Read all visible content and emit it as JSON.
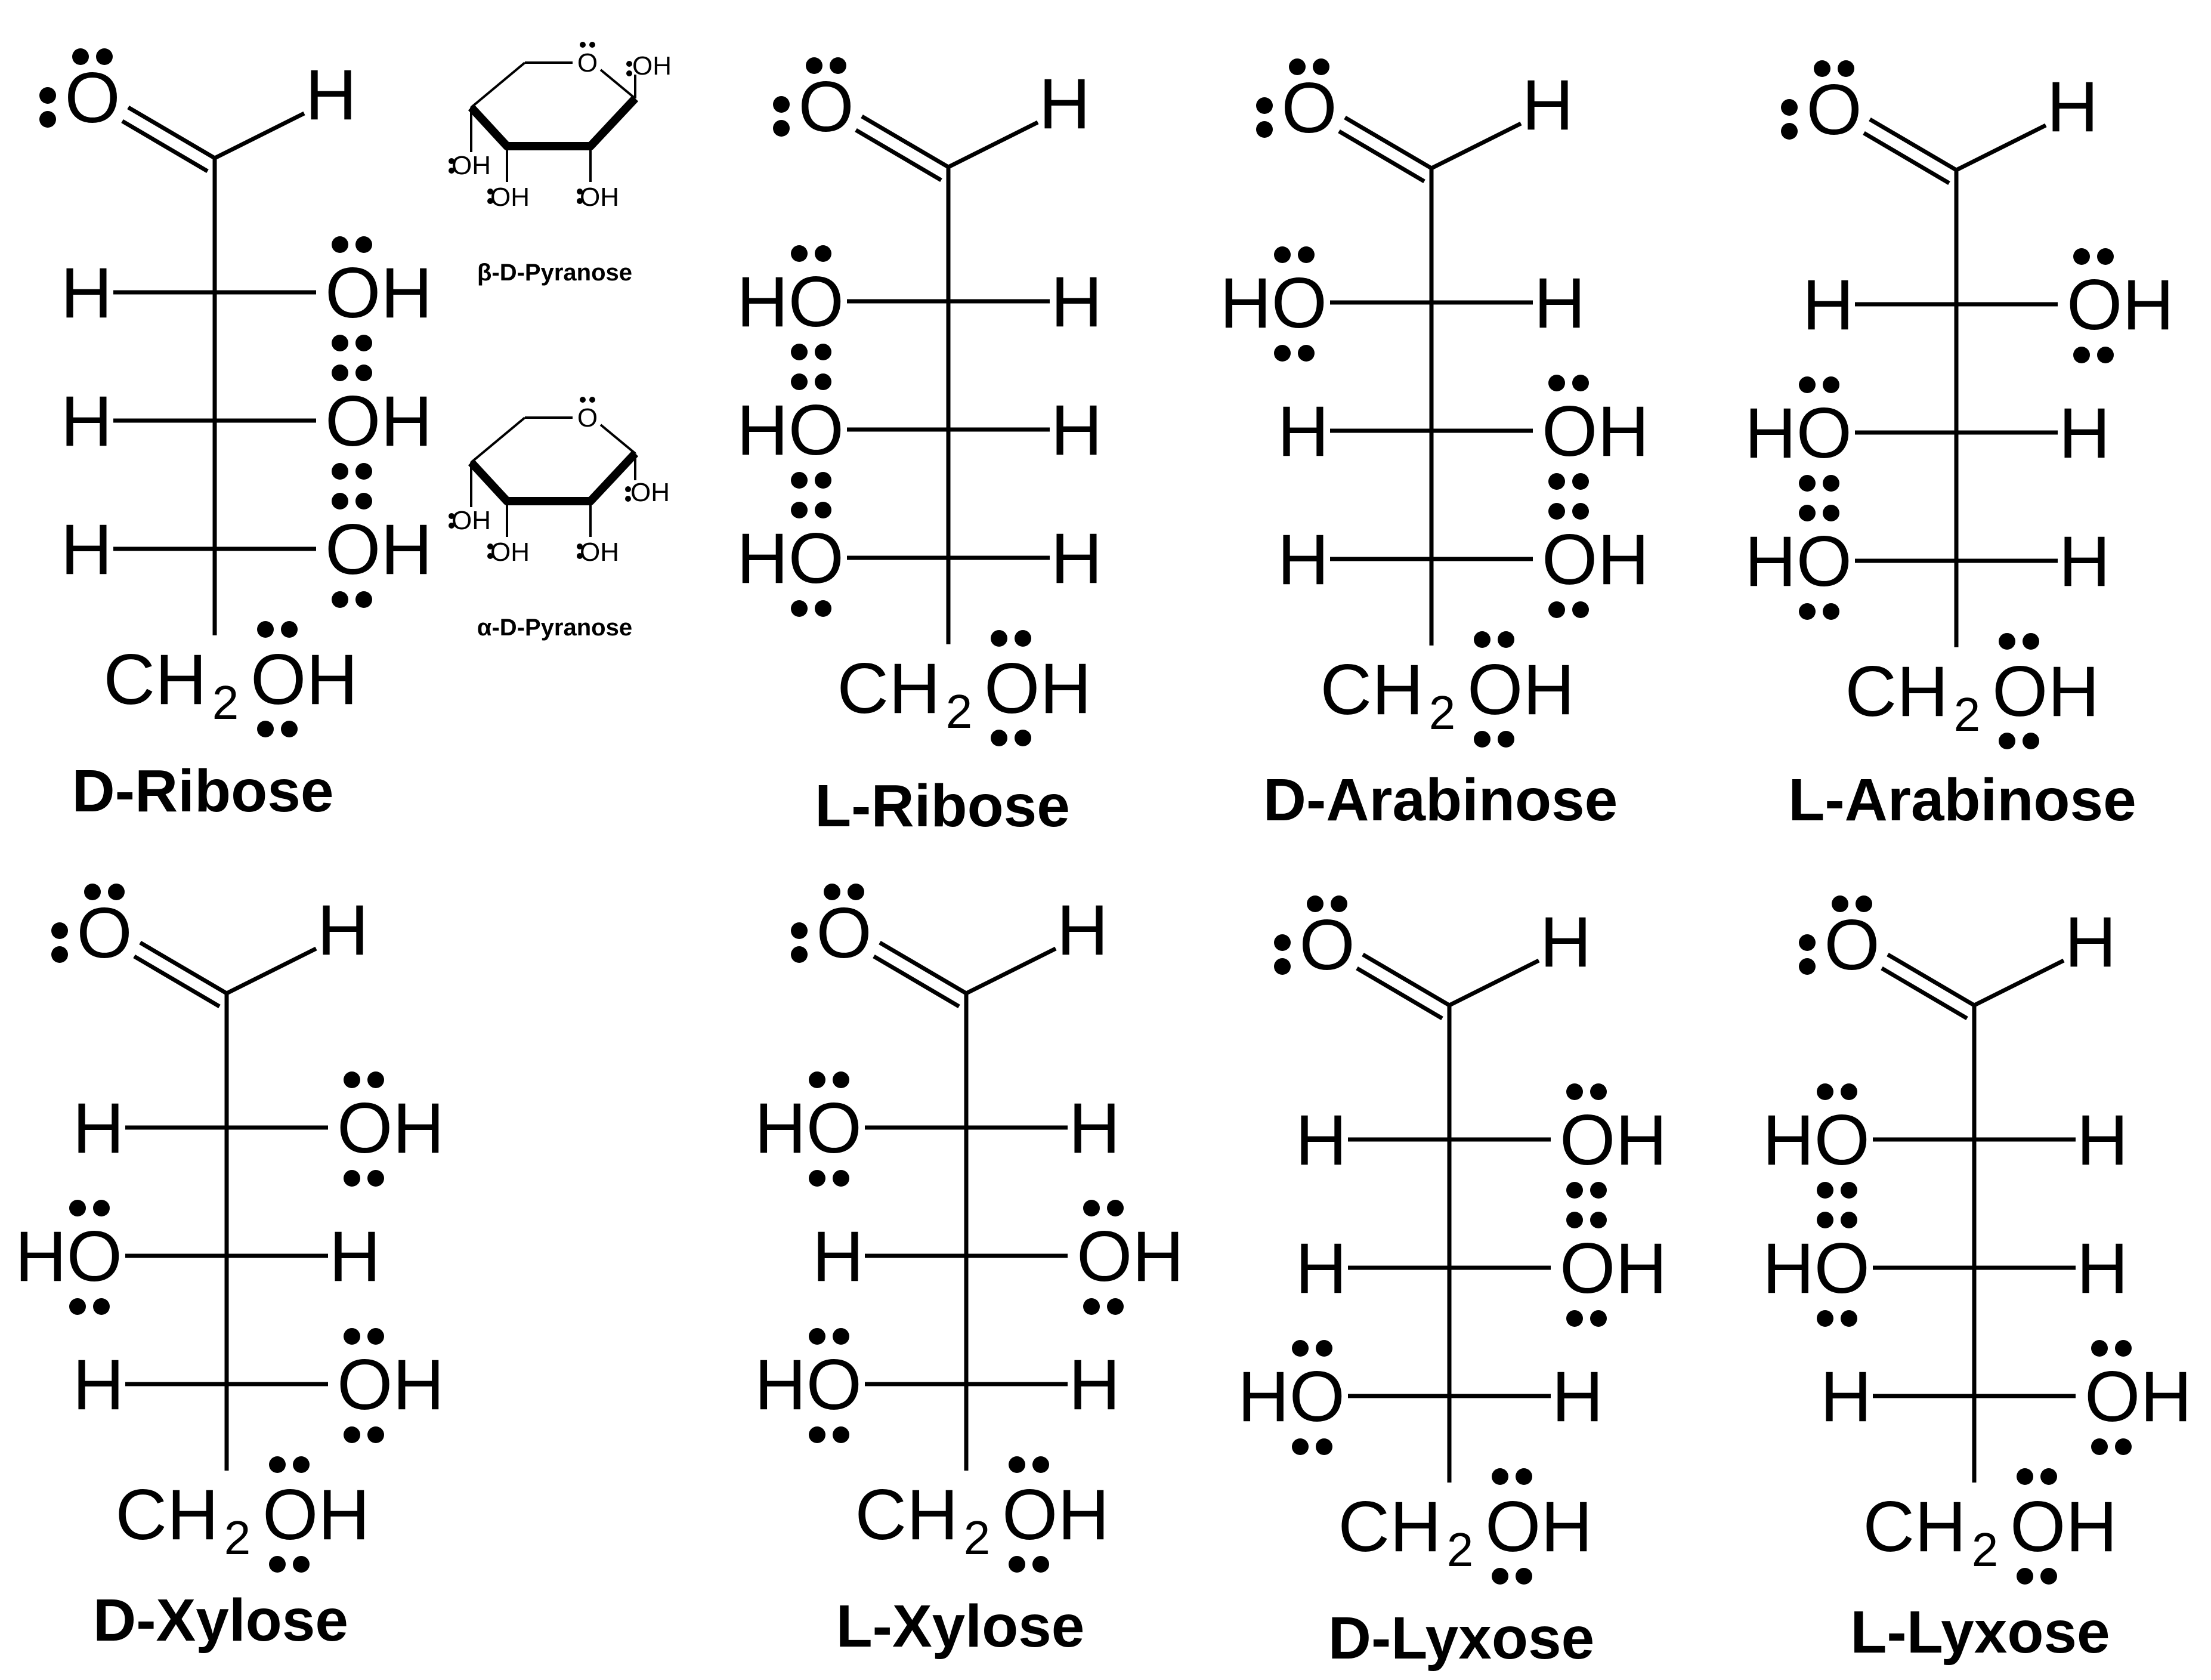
{
  "atoms": {
    "oxygen": "O",
    "hydrogen": "H",
    "hydroxyl": "OH",
    "hydroxyl_left": "HO",
    "hydroxymethyl_prefix": "CH",
    "hydroxymethyl_subscript": "2",
    "hydroxymethyl_suffix": "OH"
  },
  "molecules": [
    {
      "name": "D-Ribose",
      "chirality": [
        "R",
        "R",
        "R"
      ]
    },
    {
      "name": "L-Ribose",
      "chirality": [
        "L",
        "L",
        "L"
      ]
    },
    {
      "name": "D-Arabinose",
      "chirality": [
        "L",
        "R",
        "R"
      ]
    },
    {
      "name": "L-Arabinose",
      "chirality": [
        "R",
        "L",
        "L"
      ]
    },
    {
      "name": "D-Xylose",
      "chirality": [
        "R",
        "L",
        "R"
      ]
    },
    {
      "name": "L-Xylose",
      "chirality": [
        "L",
        "R",
        "L"
      ]
    },
    {
      "name": "D-Lyxose",
      "chirality": [
        "R",
        "R",
        "L"
      ]
    },
    {
      "name": "L-Lyxose",
      "chirality": [
        "L",
        "L",
        "R"
      ]
    }
  ],
  "pyranoses": [
    {
      "name": "β-D-Pyranose",
      "anomeric_oh": "up"
    },
    {
      "name": "α-D-Pyranose",
      "anomeric_oh": "down"
    }
  ]
}
